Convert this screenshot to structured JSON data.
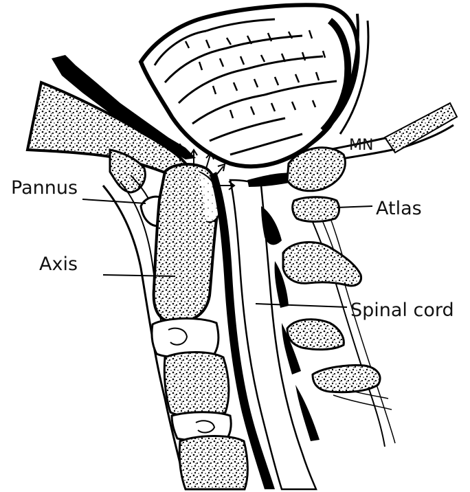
{
  "labels": {
    "pannus": "Pannus",
    "axis": "Axis",
    "mn": "MN",
    "atlas": "Atlas",
    "spinal_cord": "Spinal cord"
  }
}
